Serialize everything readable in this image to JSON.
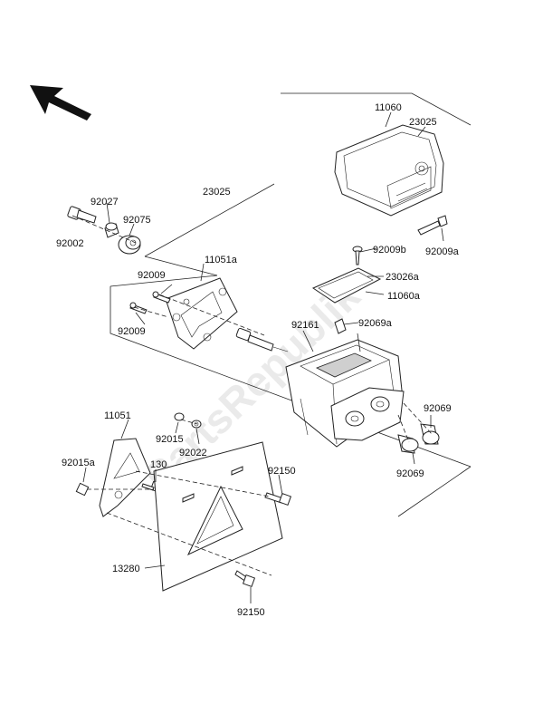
{
  "watermark": "PartsRepublik",
  "labels": {
    "p11060": "11060",
    "p23025_top": "23025",
    "p23025_mid": "23025",
    "p92027": "92027",
    "p92075": "92075",
    "p92002": "92002",
    "p92009b": "92009b",
    "p92009a": "92009a",
    "p23026a": "23026a",
    "p11060a": "11060a",
    "p92009_1": "92009",
    "p92009_2": "92009",
    "p11051a": "11051a",
    "p92161": "92161",
    "p92069a": "92069a",
    "p92069_1": "92069",
    "p92069_2": "92069",
    "p11051": "11051",
    "p92015": "92015",
    "p92022": "92022",
    "p92015a": "92015a",
    "p130": "130",
    "p92150_1": "92150",
    "p92150_2": "92150",
    "p13280": "13280"
  }
}
